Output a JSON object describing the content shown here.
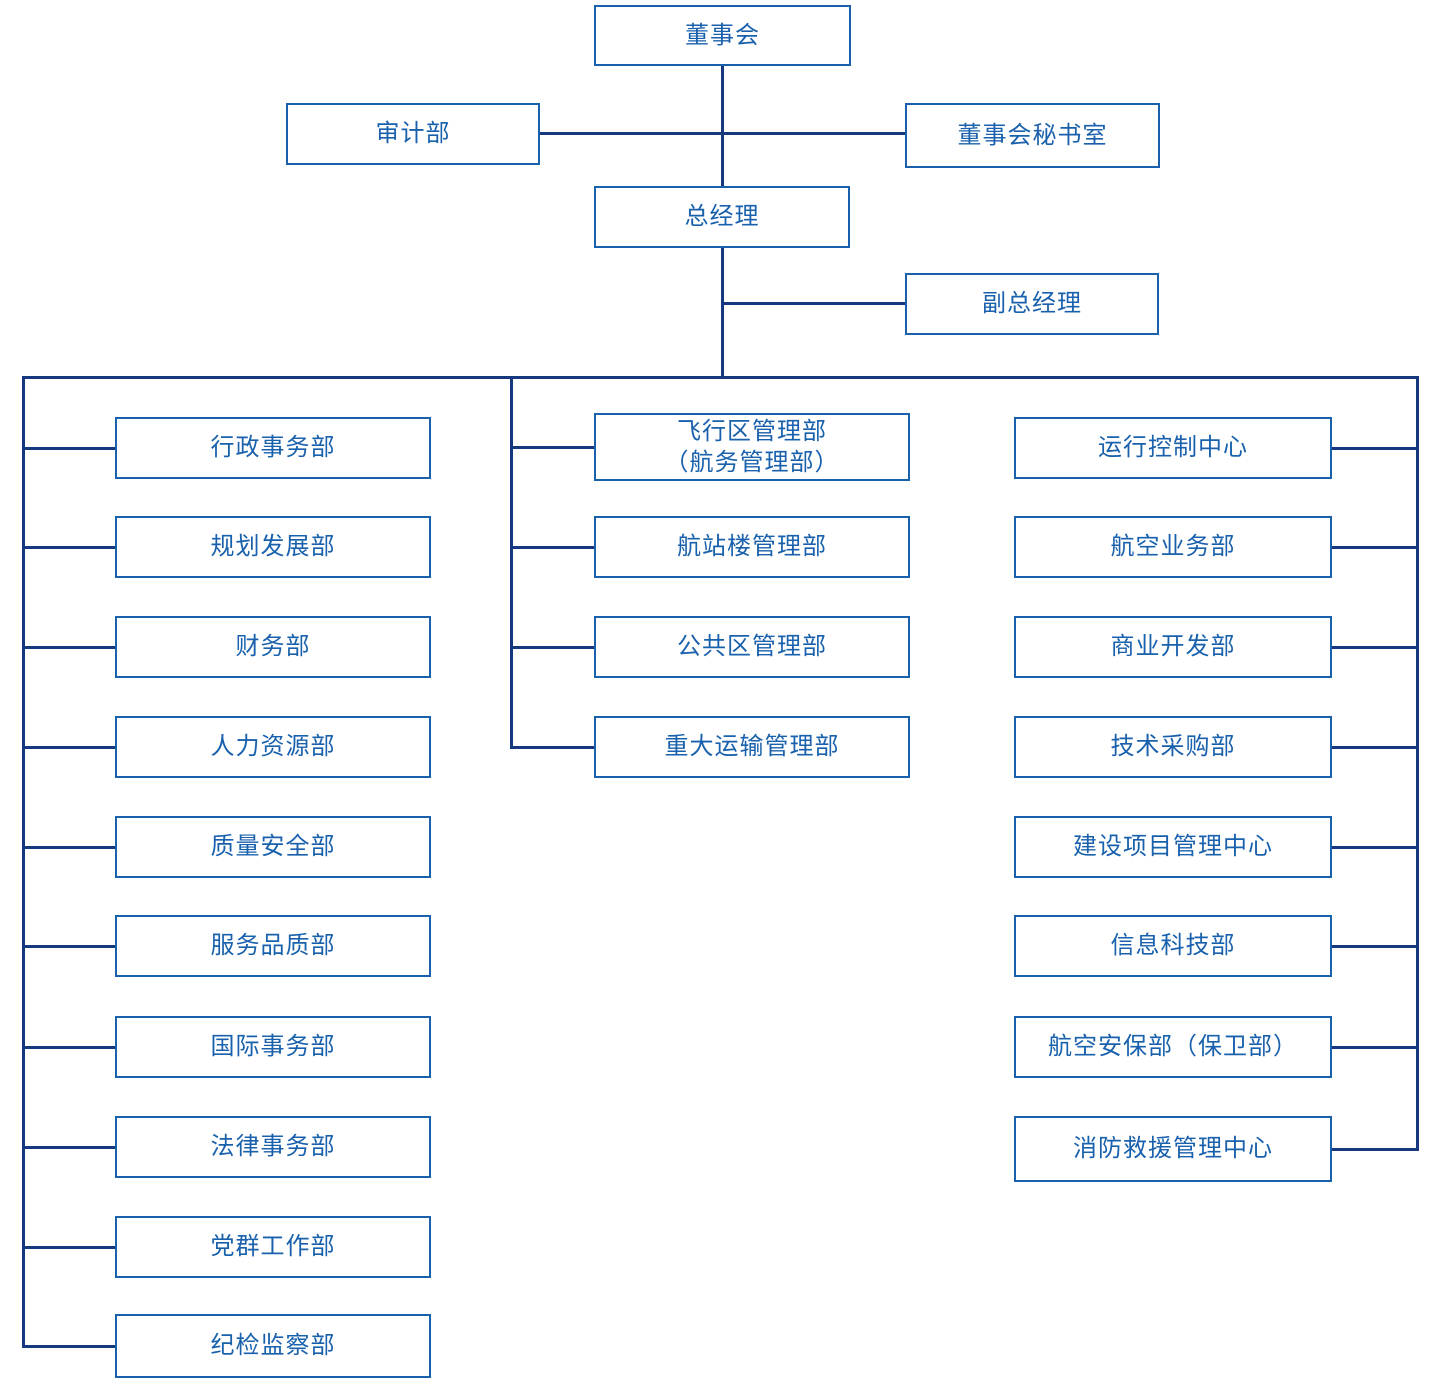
{
  "diagram": {
    "type": "org-chart",
    "colors": {
      "box_border": "#1961ac",
      "box_text": "#1961ac",
      "line": "#16387f",
      "background": "#ffffff"
    },
    "nodes": {
      "board": {
        "label": "董事会"
      },
      "audit": {
        "label": "审计部"
      },
      "secretariat": {
        "label": "董事会秘书室"
      },
      "general_manager": {
        "label": "总经理"
      },
      "deputy_general_manager": {
        "label": "副总经理"
      }
    },
    "columns": {
      "left": {
        "items": [
          "行政事务部",
          "规划发展部",
          "财务部",
          "人力资源部",
          "质量安全部",
          "服务品质部",
          "国际事务部",
          "法律事务部",
          "党群工作部",
          "纪检监察部"
        ]
      },
      "middle": {
        "items": [
          "飞行区管理部\n（航务管理部）",
          "航站楼管理部",
          "公共区管理部",
          "重大运输管理部"
        ]
      },
      "right": {
        "items": [
          "运行控制中心",
          "航空业务部",
          "商业开发部",
          "技术采购部",
          "建设项目管理中心",
          "信息科技部",
          "航空安保部（保卫部）",
          "消防救援管理中心"
        ]
      }
    }
  }
}
